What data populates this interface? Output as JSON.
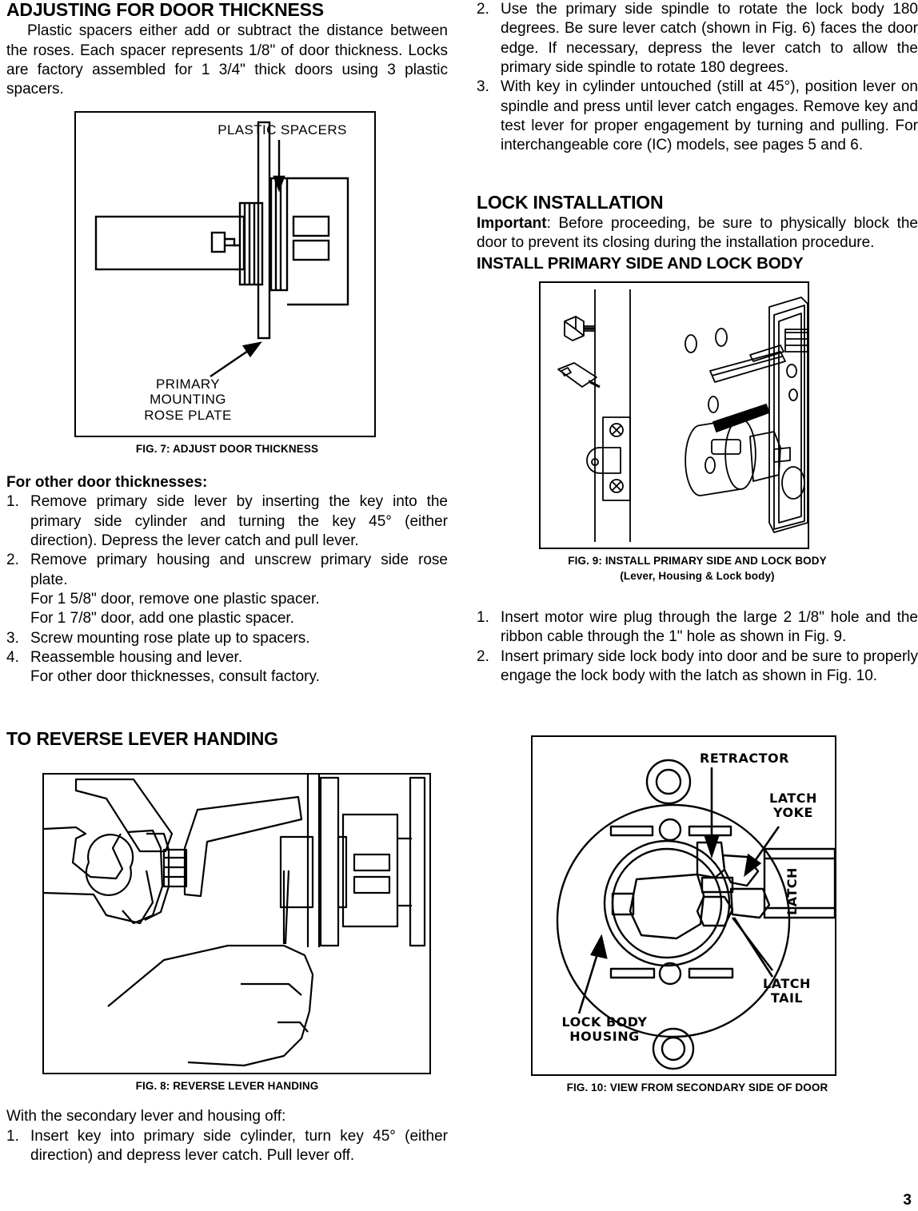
{
  "page": {
    "number": "3"
  },
  "left_column": {
    "heading": "ADJUSTING FOR DOOR THICKNESS",
    "intro_paragraph": "Plastic spacers either add or subtract the distance between the roses.  Each spacer represents 1/8\" of door thickness.  Locks are factory assembled for 1 3/4\" thick doors using 3 plastic spacers.",
    "fig7": {
      "label_spacers": "PLASTIC SPACERS",
      "label_rose_plate": "PRIMARY\nMOUNTING\nROSE PLATE",
      "caption": "FIG. 7:  ADJUST DOOR THICKNESS"
    },
    "other_thicknesses_title": "For other door thicknesses:",
    "other_thicknesses_steps": [
      {
        "num": "1.",
        "text": "Remove primary side lever by inserting the key into the primary side cylinder and turning the key 45° (either direction).  Depress the lever catch and pull lever."
      },
      {
        "num": "2.",
        "text": "Remove primary housing and unscrew primary side rose plate.",
        "sub": [
          "For 1 5/8\" door, remove one plastic spacer.",
          "For 1 7/8\" door, add one plastic spacer."
        ]
      },
      {
        "num": "3.",
        "text": "Screw mounting rose plate up to spacers."
      },
      {
        "num": "4.",
        "text": "Reassemble housing and lever.",
        "sub": [
          "For other door thicknesses, consult factory."
        ]
      }
    ],
    "reverse_heading": "TO REVERSE LEVER HANDING",
    "fig8": {
      "caption": "FIG. 8:  REVERSE LEVER HANDING"
    },
    "reverse_intro": "With the secondary lever and housing off:",
    "reverse_steps": [
      {
        "num": "1.",
        "text": "Insert key into primary side cylinder, turn key 45° (either direction) and depress lever catch.  Pull lever off."
      }
    ]
  },
  "right_column": {
    "continued_steps": [
      {
        "num": "2.",
        "text": "Use the primary side spindle to rotate the lock body 180 degrees.  Be sure lever catch (shown in Fig. 6) faces the door edge.  If necessary, depress the lever catch to allow the primary side spindle to rotate 180 degrees."
      },
      {
        "num": "3.",
        "text": "With key in cylinder untouched (still at 45°), position lever on spindle and press until lever catch engages. Remove key and test lever for proper engagement by turning and pulling.  For interchangeable core (IC) models, see pages 5 and 6."
      }
    ],
    "lock_installation_heading": "LOCK INSTALLATION",
    "important_label": "Important",
    "important_text": ":  Before proceeding, be sure to physically block the door to prevent its closing during the installation procedure.",
    "install_primary_heading": "INSTALL PRIMARY SIDE AND LOCK BODY",
    "fig9": {
      "caption_line1": "FIG. 9:  INSTALL PRIMARY SIDE AND LOCK BODY",
      "caption_line2": "(Lever, Housing & Lock body)"
    },
    "install_steps": [
      {
        "num": "1.",
        "text": "Insert motor wire plug through the large 2 1/8\" hole and the ribbon cable through the 1\" hole as shown in Fig. 9."
      },
      {
        "num": "2.",
        "text": "Insert primary side lock body into door and be sure to properly engage the lock body with the latch as shown in Fig. 10."
      }
    ],
    "fig10": {
      "label_retractor": "RETRACTOR",
      "label_latch_yoke": "LATCH\nYOKE",
      "label_latch": "LATCH",
      "label_latch_tail": "LATCH\nTAIL",
      "label_lock_body_housing": "LOCK BODY\nHOUSING",
      "caption": "FIG. 10:  VIEW FROM SECONDARY SIDE OF DOOR"
    }
  }
}
